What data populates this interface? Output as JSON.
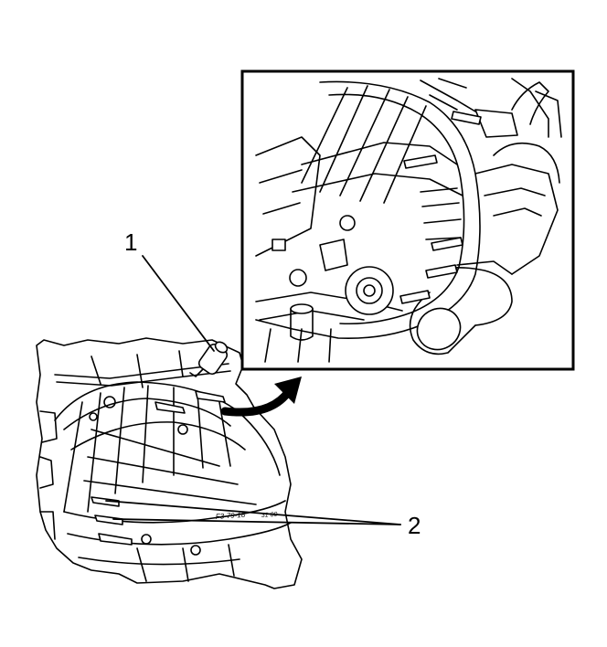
{
  "callouts": [
    {
      "label": "1",
      "meaning": ""
    },
    {
      "label": "2",
      "meaning": ""
    }
  ],
  "engraved_marks": {
    "case_code": "F3-79-18",
    "case_code_2": "31 00"
  },
  "colors": {
    "line": "#000000",
    "background": "#ffffff"
  }
}
